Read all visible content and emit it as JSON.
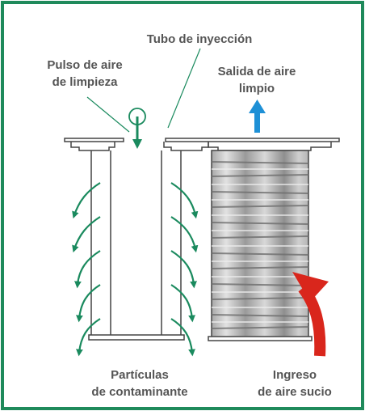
{
  "labels": {
    "injection_tube": "Tubo de inyección",
    "pulse_line1": "Pulso de aire",
    "pulse_line2": "de limpieza",
    "clean_out_line1": "Salida de aire",
    "clean_out_line2": "limpio",
    "particles_line1": "Partículas",
    "particles_line2": "de contaminante",
    "dirty_in_line1": "Ingreso",
    "dirty_in_line2": "de aire sucio"
  },
  "colors": {
    "border": "#1f8a5b",
    "particle_arrow": "#1a8a5e",
    "clean_air_arrow": "#1e90d6",
    "dirty_air_arrow": "#d9261c",
    "pulse_arrow": "#1a8a5e",
    "text": "#555555",
    "outline": "#444444",
    "pleat_dark": "#8c8c8c",
    "pleat_light": "#dcdcdc"
  }
}
